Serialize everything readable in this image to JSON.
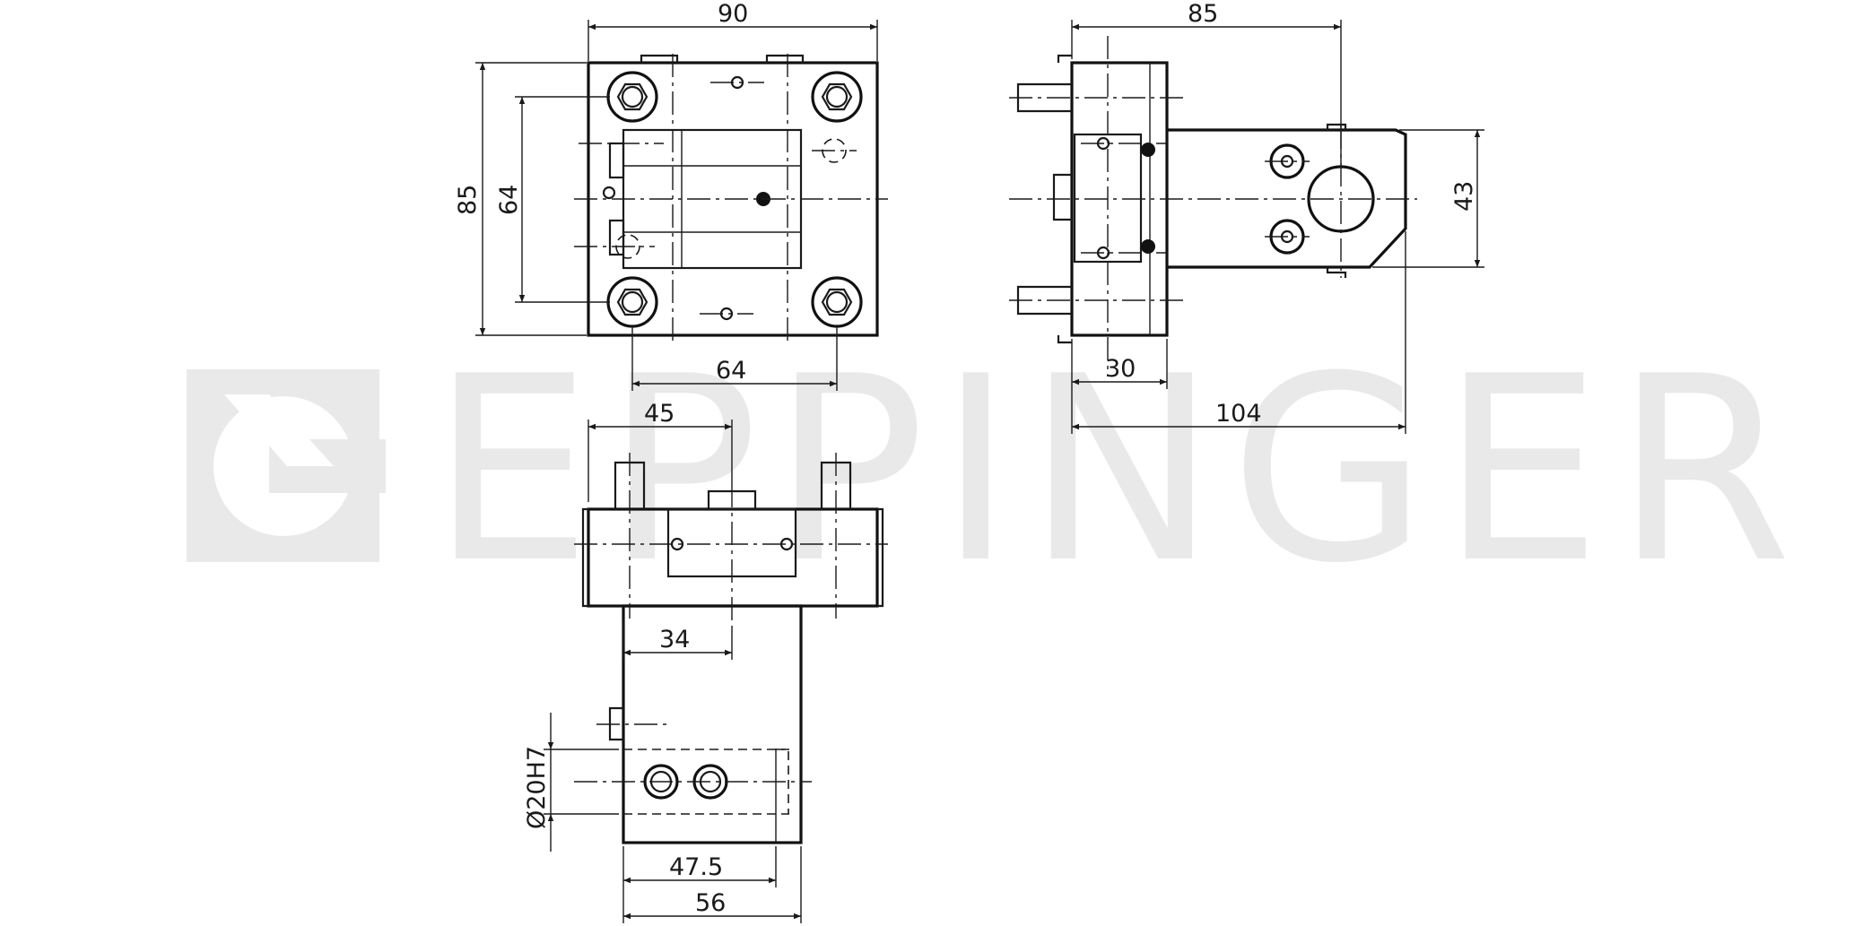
{
  "watermark": {
    "brand": "EPPINGER"
  },
  "dimensions": {
    "front_width": "90",
    "front_height": "85",
    "front_bolt_pitch_v": "64",
    "front_bolt_pitch_h": "64",
    "side_length": "85",
    "side_height": "43",
    "side_flange": "30",
    "side_total": "104",
    "top_width": "45",
    "top_offset": "34",
    "bore": "Ø20H7",
    "bore_offset": "47.5",
    "body_width": "56"
  }
}
